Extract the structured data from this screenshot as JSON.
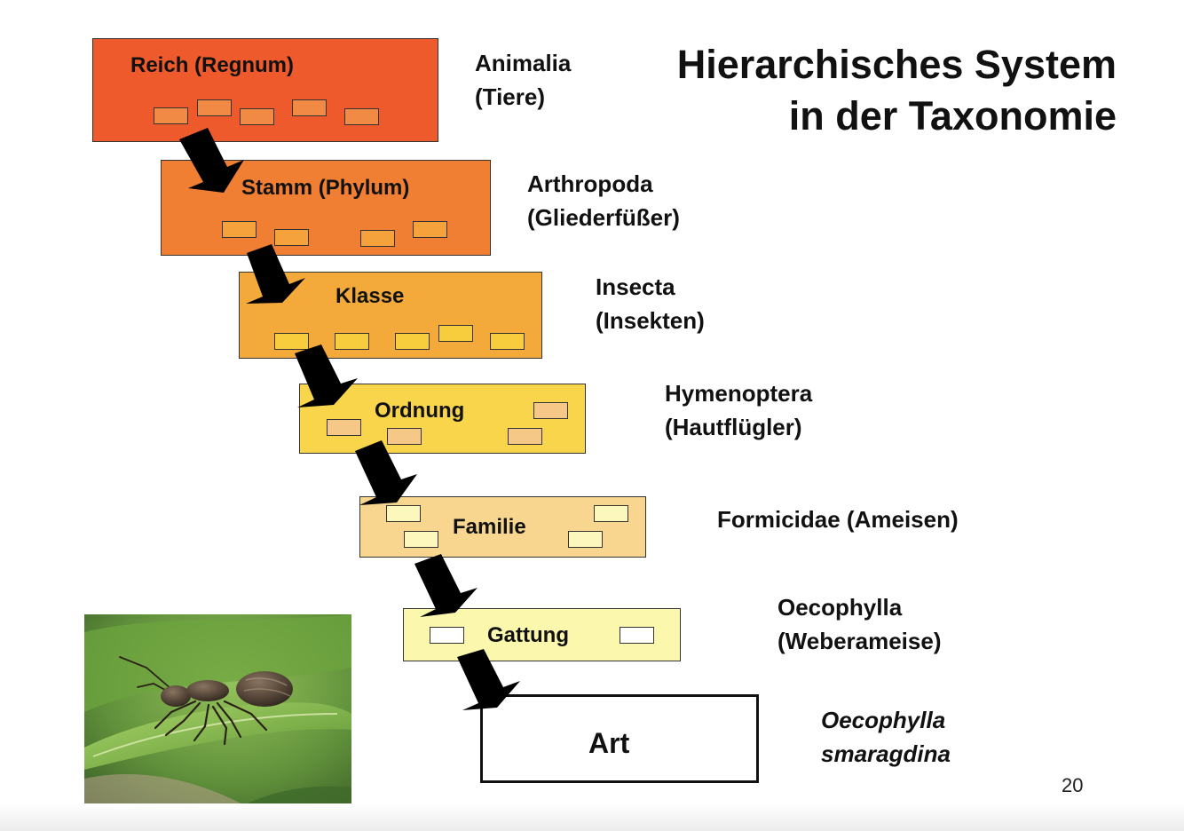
{
  "slide": {
    "title_line1": "Hierarchisches System",
    "title_line2": "in der Taxonomie",
    "page_number": "20"
  },
  "levels": [
    {
      "key": "reich",
      "label": "Reich (Regnum)",
      "taxon_line1": "Animalia",
      "taxon_line2": "(Tiere)",
      "color": "#ef5a2d",
      "chip_color": "#f08a45"
    },
    {
      "key": "stamm",
      "label": "Stamm (Phylum)",
      "taxon_line1": "Arthropoda",
      "taxon_line2": "(Gliederfüßer)",
      "color": "#f07f34",
      "chip_color": "#f5a13c"
    },
    {
      "key": "klasse",
      "label": "Klasse",
      "taxon_line1": "Insecta",
      "taxon_line2": "(Insekten)",
      "color": "#f4aa3a",
      "chip_color": "#f7cd3e"
    },
    {
      "key": "ordnung",
      "label": "Ordnung",
      "taxon_line1": "Hymenoptera",
      "taxon_line2": "(Hautflügler)",
      "color": "#f8d54a",
      "chip_color": "#f6c888"
    },
    {
      "key": "familie",
      "label": "Familie",
      "taxon_line1": "Formicidae (Ameisen)",
      "taxon_line2": "",
      "color": "#f8d68f",
      "chip_color": "#fbf7bd"
    },
    {
      "key": "gattung",
      "label": "Gattung",
      "taxon_line1": "Oecophylla",
      "taxon_line2": "(Weberameise)",
      "color": "#fbf8ad",
      "chip_color": "#ffffff"
    },
    {
      "key": "art",
      "label": "Art",
      "taxon_line1": "Oecophylla",
      "taxon_line2": "smaragdina",
      "color": "#ffffff",
      "chip_color": "#ffffff"
    }
  ],
  "photo": {
    "subject": "weaver ant on a green leaf",
    "colors": {
      "background": "#5f8f3a",
      "leaf": "#7fb548",
      "ant": "#3d3024"
    }
  },
  "colors": {
    "arrow": "#000000",
    "border": "#333333"
  }
}
